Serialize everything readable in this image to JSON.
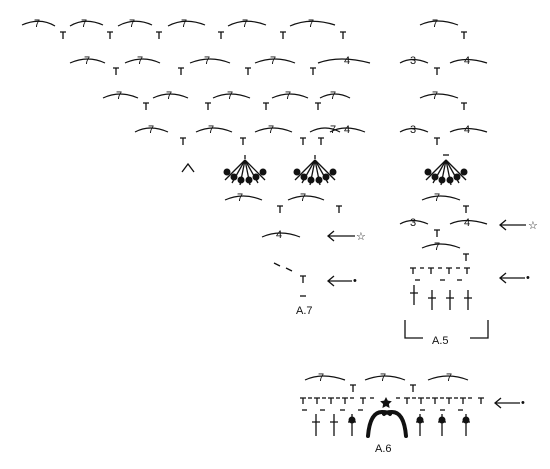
{
  "diagrams": [
    {
      "name": "A.7",
      "label": "A.7"
    },
    {
      "name": "A.5",
      "label": "A.5"
    },
    {
      "name": "A.6",
      "label": "A.6"
    }
  ],
  "chain_counts": {
    "a7_row1": [
      "7",
      "7",
      "7",
      "7",
      "7",
      "7"
    ],
    "a7_row2": [
      "7",
      "7",
      "7",
      "7",
      "4"
    ],
    "a7_row3": [
      "7",
      "7",
      "7",
      "7",
      "7"
    ],
    "a7_row4": [
      "7",
      "7",
      "7",
      "7",
      "4"
    ],
    "a7_row6": [
      "7",
      "7"
    ],
    "a7_row7": [
      "4"
    ],
    "a5_row1": [
      "7"
    ],
    "a5_row2": [
      "3",
      "4"
    ],
    "a5_row3": [
      "7"
    ],
    "a5_row4": [
      "3",
      "4"
    ],
    "a5_row6": [
      "7"
    ],
    "a5_row7": [
      "3",
      "4"
    ],
    "a5_row8": [
      "7"
    ],
    "a6_row1": [
      "7",
      "7",
      "7"
    ]
  },
  "row_markers": [
    {
      "name": "star-arrow-a7",
      "symbol": "☆"
    },
    {
      "name": "dot-arrow-a7",
      "symbol": "•"
    },
    {
      "name": "star-arrow-a5",
      "symbol": "☆"
    },
    {
      "name": "dot-arrow-a5",
      "symbol": "•"
    },
    {
      "name": "dot-arrow-a6",
      "symbol": "•"
    }
  ]
}
